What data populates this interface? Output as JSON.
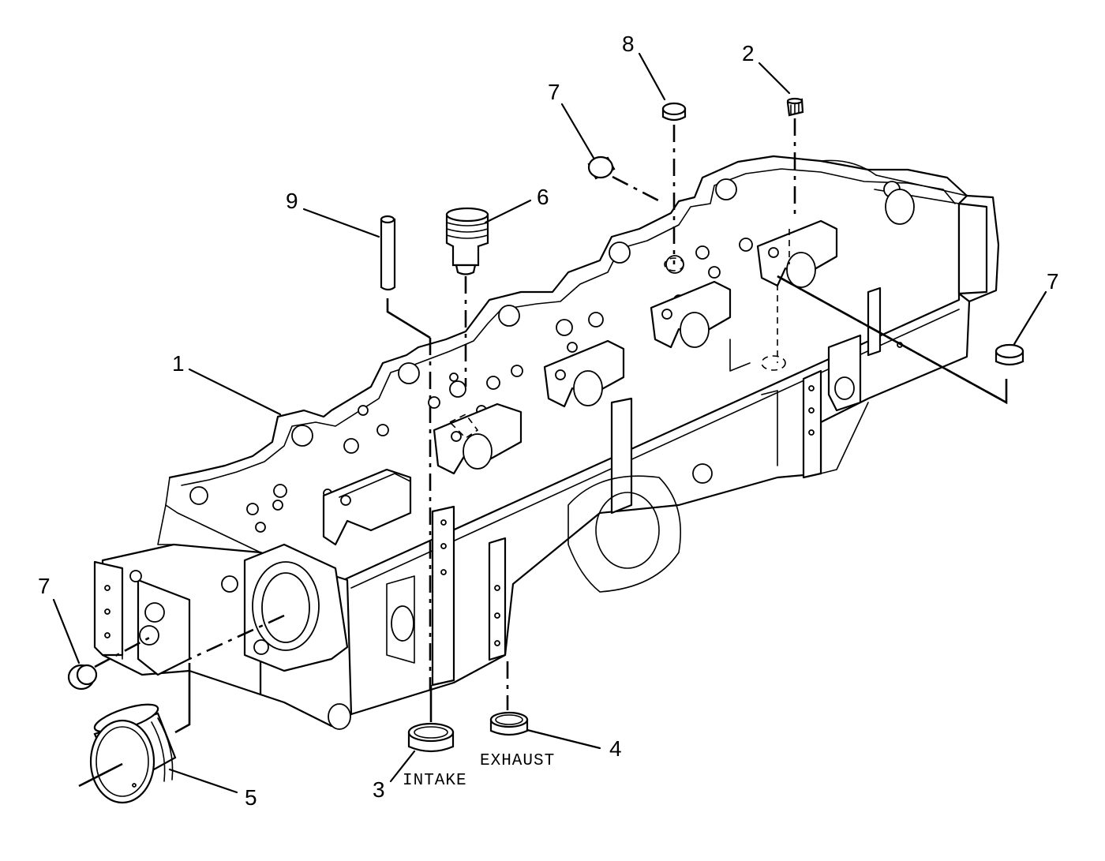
{
  "callouts": {
    "c1": "1",
    "c2": "2",
    "c3": "3",
    "c4": "4",
    "c5": "5",
    "c6": "6",
    "c7_top": "7",
    "c7_right": "7",
    "c7_left": "7",
    "c8": "8",
    "c9": "9"
  },
  "labels": {
    "intake": "INTAKE",
    "exhaust": "EXHAUST"
  }
}
